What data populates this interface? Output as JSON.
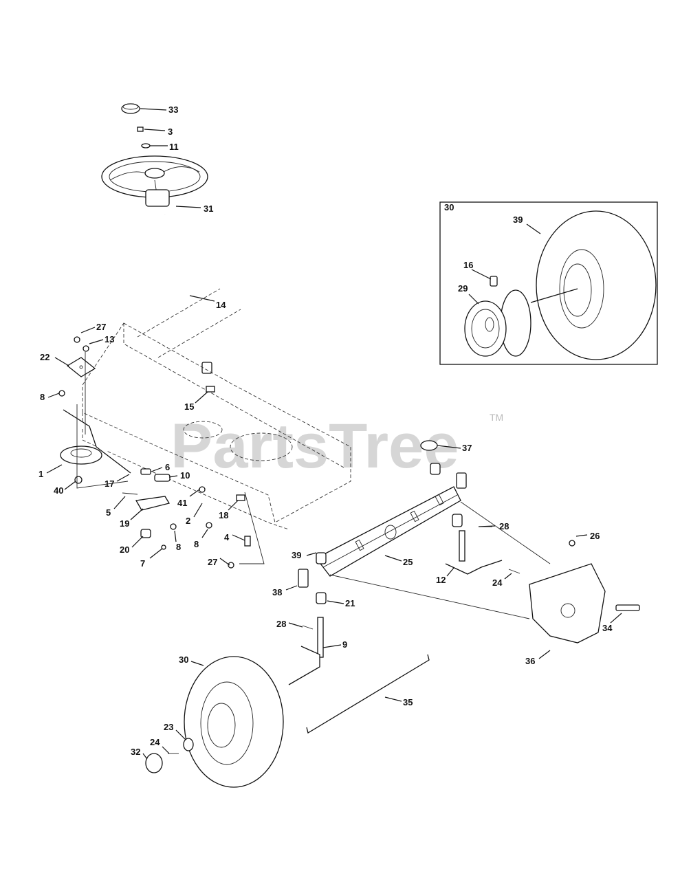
{
  "watermark": {
    "text": "PartsTree",
    "trademark": "TM"
  },
  "inset": {
    "label": "30"
  },
  "callouts": [
    {
      "key": "33",
      "text": "33"
    },
    {
      "key": "3",
      "text": "3"
    },
    {
      "key": "11",
      "text": "11"
    },
    {
      "key": "31",
      "text": "31"
    },
    {
      "key": "14",
      "text": "14"
    },
    {
      "key": "27a",
      "text": "27"
    },
    {
      "key": "13",
      "text": "13"
    },
    {
      "key": "22",
      "text": "22"
    },
    {
      "key": "8a",
      "text": "8"
    },
    {
      "key": "15",
      "text": "15"
    },
    {
      "key": "1",
      "text": "1"
    },
    {
      "key": "40",
      "text": "40"
    },
    {
      "key": "17",
      "text": "17"
    },
    {
      "key": "6",
      "text": "6"
    },
    {
      "key": "10",
      "text": "10"
    },
    {
      "key": "41",
      "text": "41"
    },
    {
      "key": "5",
      "text": "5"
    },
    {
      "key": "19",
      "text": "19"
    },
    {
      "key": "2",
      "text": "2"
    },
    {
      "key": "18",
      "text": "18"
    },
    {
      "key": "20",
      "text": "20"
    },
    {
      "key": "8b",
      "text": "8"
    },
    {
      "key": "8c",
      "text": "8"
    },
    {
      "key": "4",
      "text": "4"
    },
    {
      "key": "7",
      "text": "7"
    },
    {
      "key": "27b",
      "text": "27"
    },
    {
      "key": "37",
      "text": "37"
    },
    {
      "key": "28a",
      "text": "28"
    },
    {
      "key": "26",
      "text": "26"
    },
    {
      "key": "39a",
      "text": "39"
    },
    {
      "key": "25",
      "text": "25"
    },
    {
      "key": "12",
      "text": "12"
    },
    {
      "key": "24a",
      "text": "24"
    },
    {
      "key": "38",
      "text": "38"
    },
    {
      "key": "21",
      "text": "21"
    },
    {
      "key": "34",
      "text": "34"
    },
    {
      "key": "28b",
      "text": "28"
    },
    {
      "key": "9",
      "text": "9"
    },
    {
      "key": "36",
      "text": "36"
    },
    {
      "key": "30",
      "text": "30"
    },
    {
      "key": "35",
      "text": "35"
    },
    {
      "key": "23",
      "text": "23"
    },
    {
      "key": "24b",
      "text": "24"
    },
    {
      "key": "32",
      "text": "32"
    },
    {
      "key": "39b",
      "text": "39"
    },
    {
      "key": "16",
      "text": "16"
    },
    {
      "key": "29",
      "text": "29"
    }
  ]
}
